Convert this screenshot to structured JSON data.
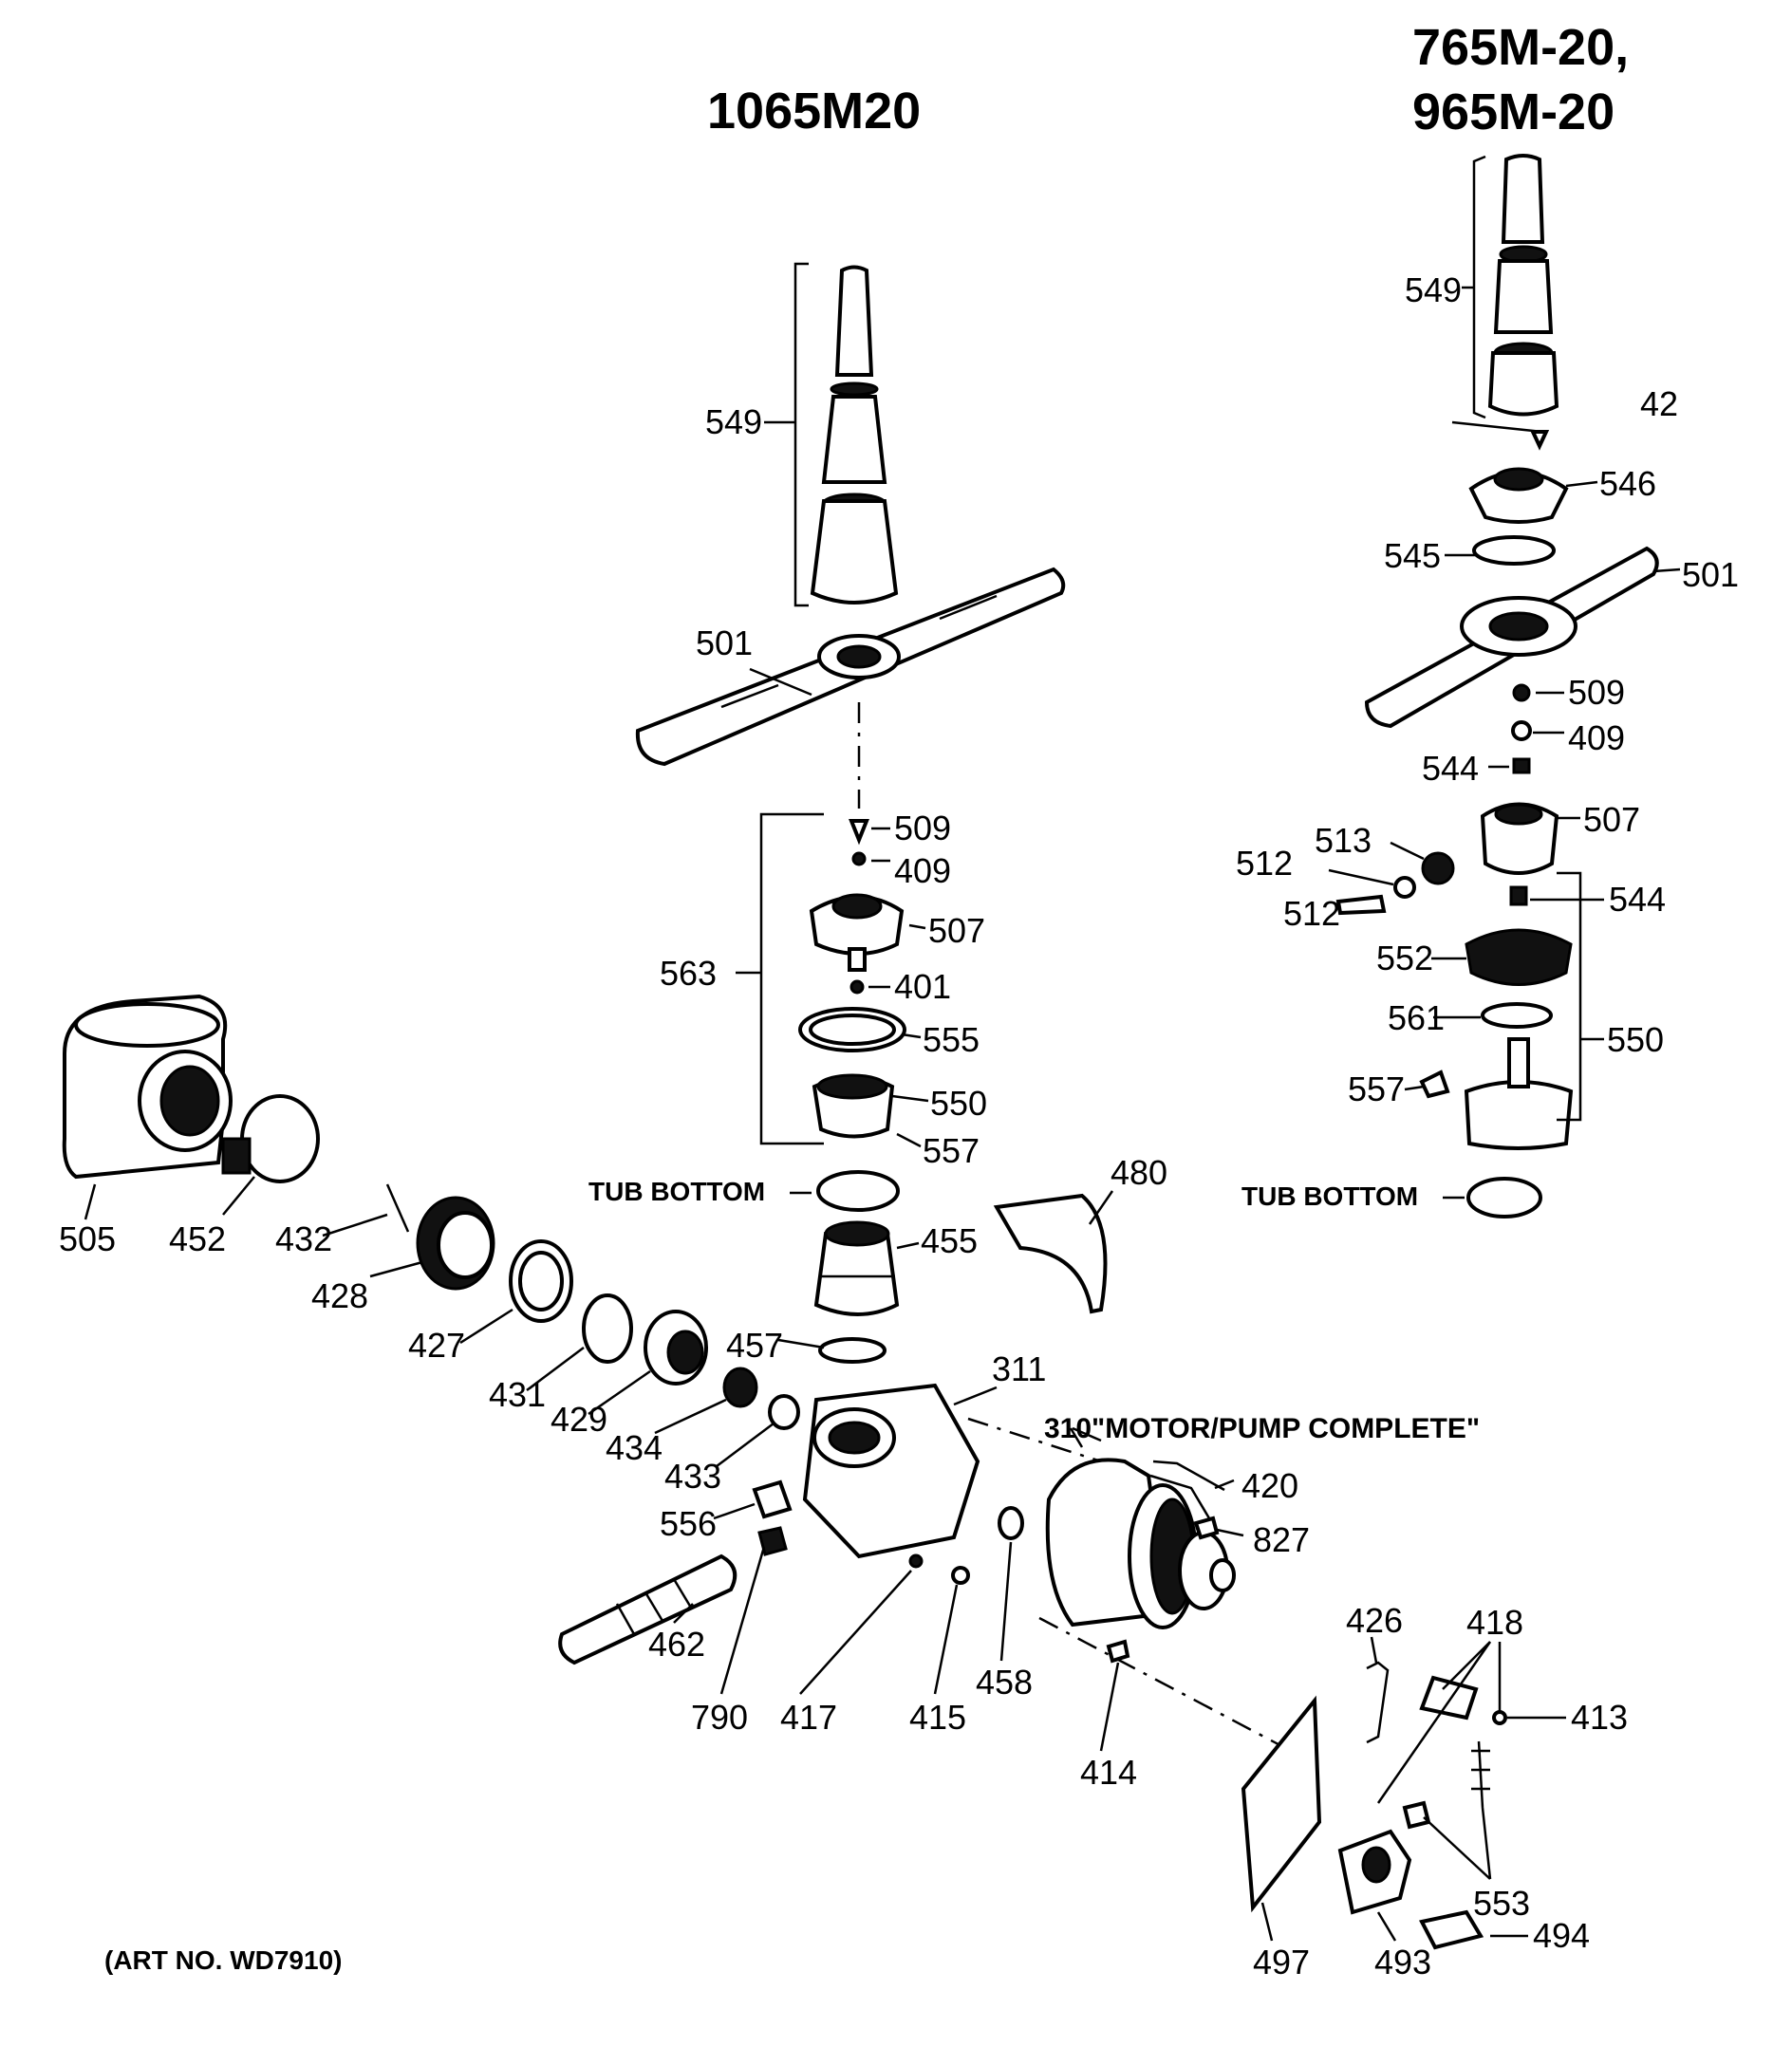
{
  "titles": {
    "center_model": "1065M20",
    "right_model_line1": "765M-20,",
    "right_model_line2": "965M-20"
  },
  "labels": {
    "tub_bottom": "TUB BOTTOM",
    "motor_pump_complete": "310\"MOTOR/PUMP COMPLETE\"",
    "art_no": "(ART NO. WD7910)"
  },
  "parts": {
    "center": [
      "549",
      "501",
      "509",
      "409",
      "507",
      "401",
      "555",
      "550",
      "557",
      "563",
      "455",
      "457",
      "480",
      "311"
    ],
    "right": [
      "549",
      "42",
      "546",
      "545",
      "501",
      "509",
      "409",
      "544",
      "507",
      "513",
      "512",
      "512",
      "544",
      "552",
      "561",
      "550",
      "557"
    ],
    "left": [
      "505",
      "452",
      "432",
      "428",
      "427",
      "431",
      "429",
      "434",
      "433",
      "556",
      "462",
      "790",
      "417",
      "415",
      "458"
    ],
    "motor": [
      "420",
      "827",
      "414",
      "426",
      "418",
      "413",
      "553",
      "497",
      "493",
      "494"
    ]
  }
}
